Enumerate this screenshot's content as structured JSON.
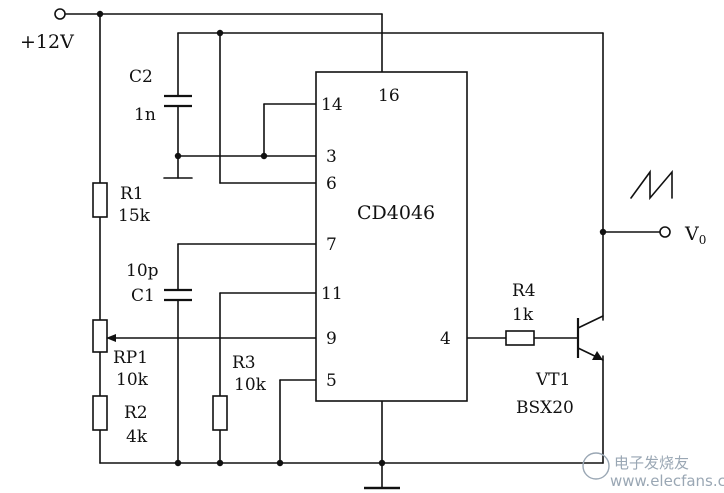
{
  "supply": {
    "label": "+12V"
  },
  "ic": {
    "name": "CD4046",
    "pins": {
      "p16": "16",
      "p14": "14",
      "p3": "3",
      "p6": "6",
      "p7": "7",
      "p11": "11",
      "p9": "9",
      "p5": "5",
      "p4": "4"
    }
  },
  "components": {
    "c2": {
      "name": "C2",
      "value": "1n"
    },
    "r1": {
      "name": "R1",
      "value": "15k"
    },
    "c1": {
      "name": "C1",
      "value": "10p"
    },
    "rp1": {
      "name": "RP1",
      "value": "10k"
    },
    "r2": {
      "name": "R2",
      "value": "4k"
    },
    "r3": {
      "name": "R3",
      "value": "10k"
    },
    "r4": {
      "name": "R4",
      "value": "1k"
    },
    "vt1": {
      "name": "VT1",
      "value": "BSX20"
    }
  },
  "output": {
    "label_main": "V",
    "label_sub": "0"
  },
  "watermark": {
    "text": "电子发烧友",
    "url": "www.elecfans.com"
  }
}
